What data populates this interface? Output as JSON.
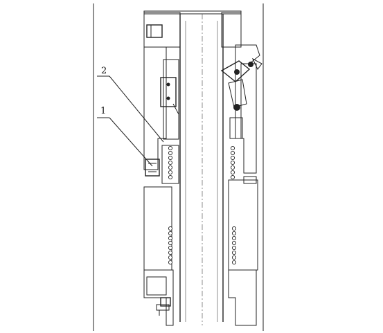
{
  "drawing": {
    "callouts": [
      {
        "id": "1",
        "text": "1"
      },
      {
        "id": "2",
        "text": "2"
      }
    ],
    "line_color": "#222222",
    "background": "#ffffff"
  }
}
